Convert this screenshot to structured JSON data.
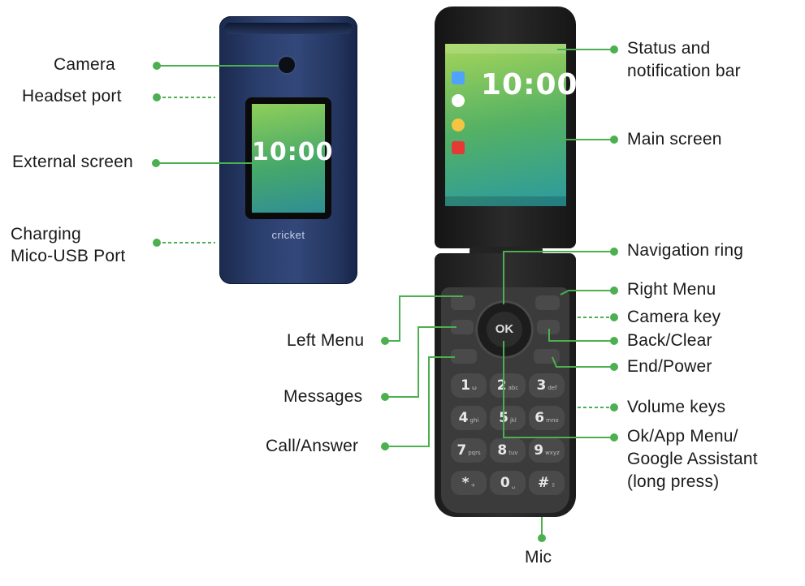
{
  "labels": {
    "camera": "Camera",
    "headset_port": "Headset port",
    "external_screen": "External screen",
    "charging_line1": "Charging",
    "charging_line2": "Mico-USB Port",
    "status_line1": "Status and",
    "status_line2": "notification bar",
    "main_screen": "Main screen",
    "navigation_ring": "Navigation ring",
    "right_menu": "Right Menu",
    "camera_key": "Camera key",
    "back_clear": "Back/Clear",
    "end_power": "End/Power",
    "volume_keys": "Volume keys",
    "ok_line1": "Ok/App Menu/",
    "ok_line2": "Google Assistant",
    "ok_line3": "(long press)",
    "left_menu": "Left Menu",
    "messages": "Messages",
    "call_answer": "Call/Answer",
    "mic": "Mic"
  },
  "device": {
    "external_time": "10:00",
    "main_time": "10:00",
    "brand": "cricket",
    "ok_key": "OK",
    "keys": [
      {
        "digit": "1",
        "letters": "ω"
      },
      {
        "digit": "2",
        "letters": "abc"
      },
      {
        "digit": "3",
        "letters": "def"
      },
      {
        "digit": "4",
        "letters": "ghi"
      },
      {
        "digit": "5",
        "letters": "jkl"
      },
      {
        "digit": "6",
        "letters": "mno"
      },
      {
        "digit": "7",
        "letters": "pqrs"
      },
      {
        "digit": "8",
        "letters": "tuv"
      },
      {
        "digit": "9",
        "letters": "wxyz"
      },
      {
        "digit": "*",
        "letters": "+"
      },
      {
        "digit": "0",
        "letters": "␣"
      },
      {
        "digit": "#",
        "letters": "⇧"
      }
    ]
  },
  "colors": {
    "accent_green": "#4caf50",
    "closed_phone_blue": "#2b3f6e",
    "open_phone_body": "#2a2a2a"
  },
  "icons": [
    "camera-lens-icon",
    "app-icon",
    "ok-button-icon"
  ]
}
